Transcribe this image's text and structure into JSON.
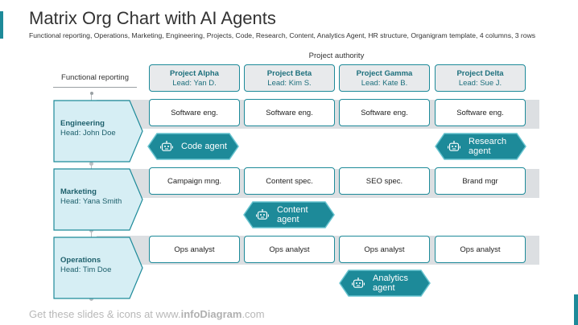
{
  "title": "Matrix Org Chart with AI Agents",
  "subtitle": "Functional reporting, Operations, Marketing, Engineering, Projects, Code, Research, Content, Analytics Agent, HR structure, Organigram template, 4 columns, 3 rows",
  "project_authority_label": "Project authority",
  "functional_reporting_label": "Functional reporting",
  "projects": [
    {
      "name": "Project Alpha",
      "lead": "Lead: Yan D."
    },
    {
      "name": "Project Beta",
      "lead": "Lead: Kim S."
    },
    {
      "name": "Project Gamma",
      "lead": "Lead: Kate B."
    },
    {
      "name": "Project Delta",
      "lead": "Lead: Sue J."
    }
  ],
  "departments": [
    {
      "name": "Engineering",
      "head": "Head: John Doe",
      "roles": [
        "Software eng.",
        "Software eng.",
        "Software eng.",
        "Software eng."
      ]
    },
    {
      "name": "Marketing",
      "head": "Head: Yana Smith",
      "roles": [
        "Campaign mng.",
        "Content spec.",
        "SEO spec.",
        "Brand mgr"
      ]
    },
    {
      "name": "Operations",
      "head": "Head: Tim Doe",
      "roles": [
        "Ops analyst",
        "Ops analyst",
        "Ops analyst",
        "Ops analyst"
      ]
    }
  ],
  "agents": {
    "code": "Code agent",
    "research": "Research agent",
    "content": "Content agent",
    "analytics": "Analytics agent"
  },
  "footer": {
    "prefix": "Get these slides & icons at www.",
    "brand": "infoDiagram",
    "suffix": ".com"
  },
  "colors": {
    "accent": "#1d8a99",
    "dept_fill": "#d6eef4",
    "band": "#dcdfe2",
    "project_fill": "#e8eaec"
  }
}
